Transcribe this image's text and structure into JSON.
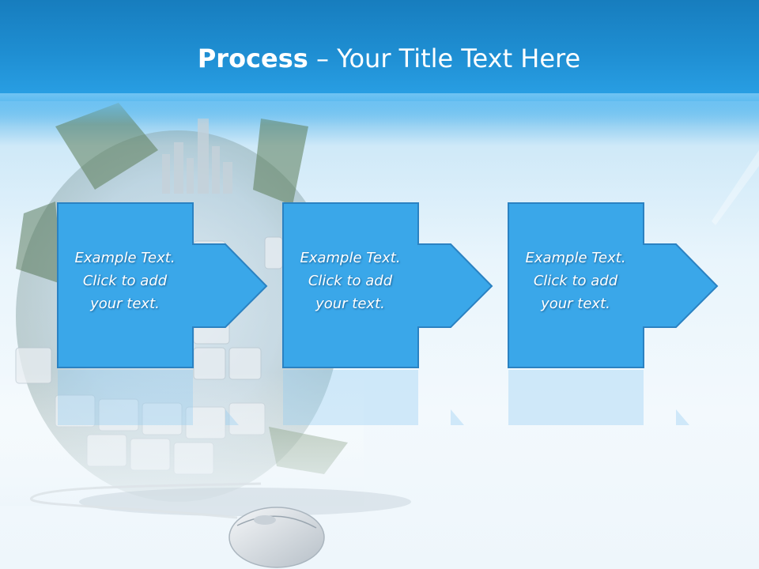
{
  "slide": {
    "title_bold": "Process",
    "title_rest": " – Your Title Text Here"
  },
  "steps": [
    {
      "text": "Example Text.\nClick  to add\nyour text."
    },
    {
      "text": "Example Text.\nClick  to add\nyour text."
    },
    {
      "text": "Example Text.\nClick  to add\nyour text."
    }
  ],
  "colors": {
    "accent": "#3aa7e9",
    "accent_border": "#2b82c2",
    "title_band": "#1f8fd3",
    "text": "#ffffff"
  },
  "icons": {
    "background": "keyboard-globe-illustration",
    "mouse": "computer-mouse-icon",
    "arrow": "right-arrow-icon"
  }
}
